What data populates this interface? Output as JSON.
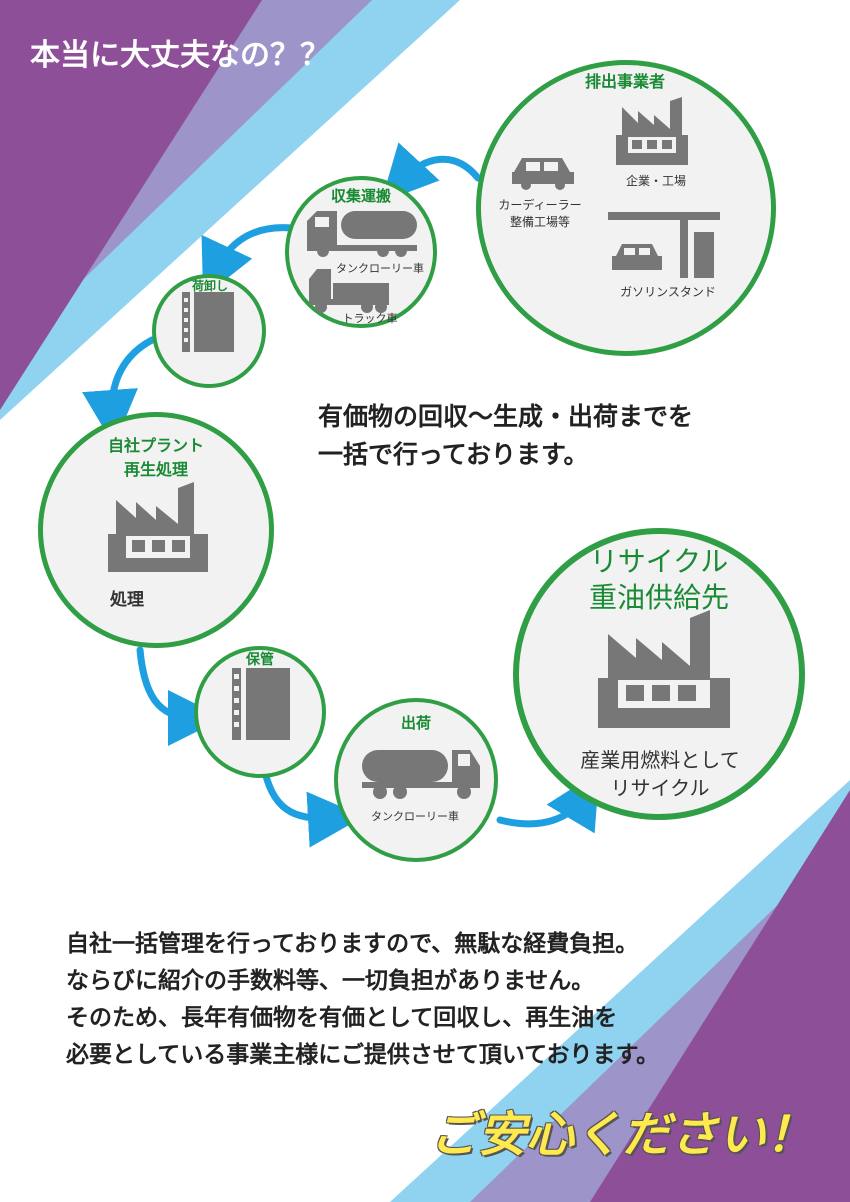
{
  "title": "本当に大丈夫なの？？",
  "steps": {
    "emitter": {
      "label": "排出事業者",
      "car_dealer": "カーディーラー",
      "repair_shop": "整備工場等",
      "company": "企業・工場",
      "gas_station": "ガソリンスタンド"
    },
    "collection": {
      "label": "収集運搬",
      "tanker": "タンクローリー車",
      "truck": "トラック車"
    },
    "unloading": {
      "label": "荷卸し"
    },
    "plant": {
      "label1": "自社プラント",
      "label2": "再生処理",
      "caption": "処理"
    },
    "storage": {
      "label": "保管"
    },
    "shipping": {
      "label": "出荷",
      "tanker": "タンクローリー車"
    },
    "destination": {
      "label1": "リサイクル",
      "label2": "重油供給先",
      "caption1": "産業用燃料として",
      "caption2": "リサイクル"
    }
  },
  "mid_text": {
    "line1": "有価物の回収～生成・出荷までを",
    "line2": "一括で行っております。"
  },
  "body_text": {
    "line1": "自社一括管理を行っておりますので、無駄な経費負担。",
    "line2": "ならびに紹介の手数料等、一切負担がありません。",
    "line3": "そのため、長年有価物を有価として回収し、再生油を",
    "line4": "必要としている事業主様にご提供させて頂いております。"
  },
  "closing": "ご安心ください！",
  "colors": {
    "purple": "#8e4f99",
    "lavender": "#9d94c9",
    "sky": "#8fd3f1",
    "green": "#2f9e44",
    "arrow": "#1ea0e0",
    "icon": "#777777"
  }
}
